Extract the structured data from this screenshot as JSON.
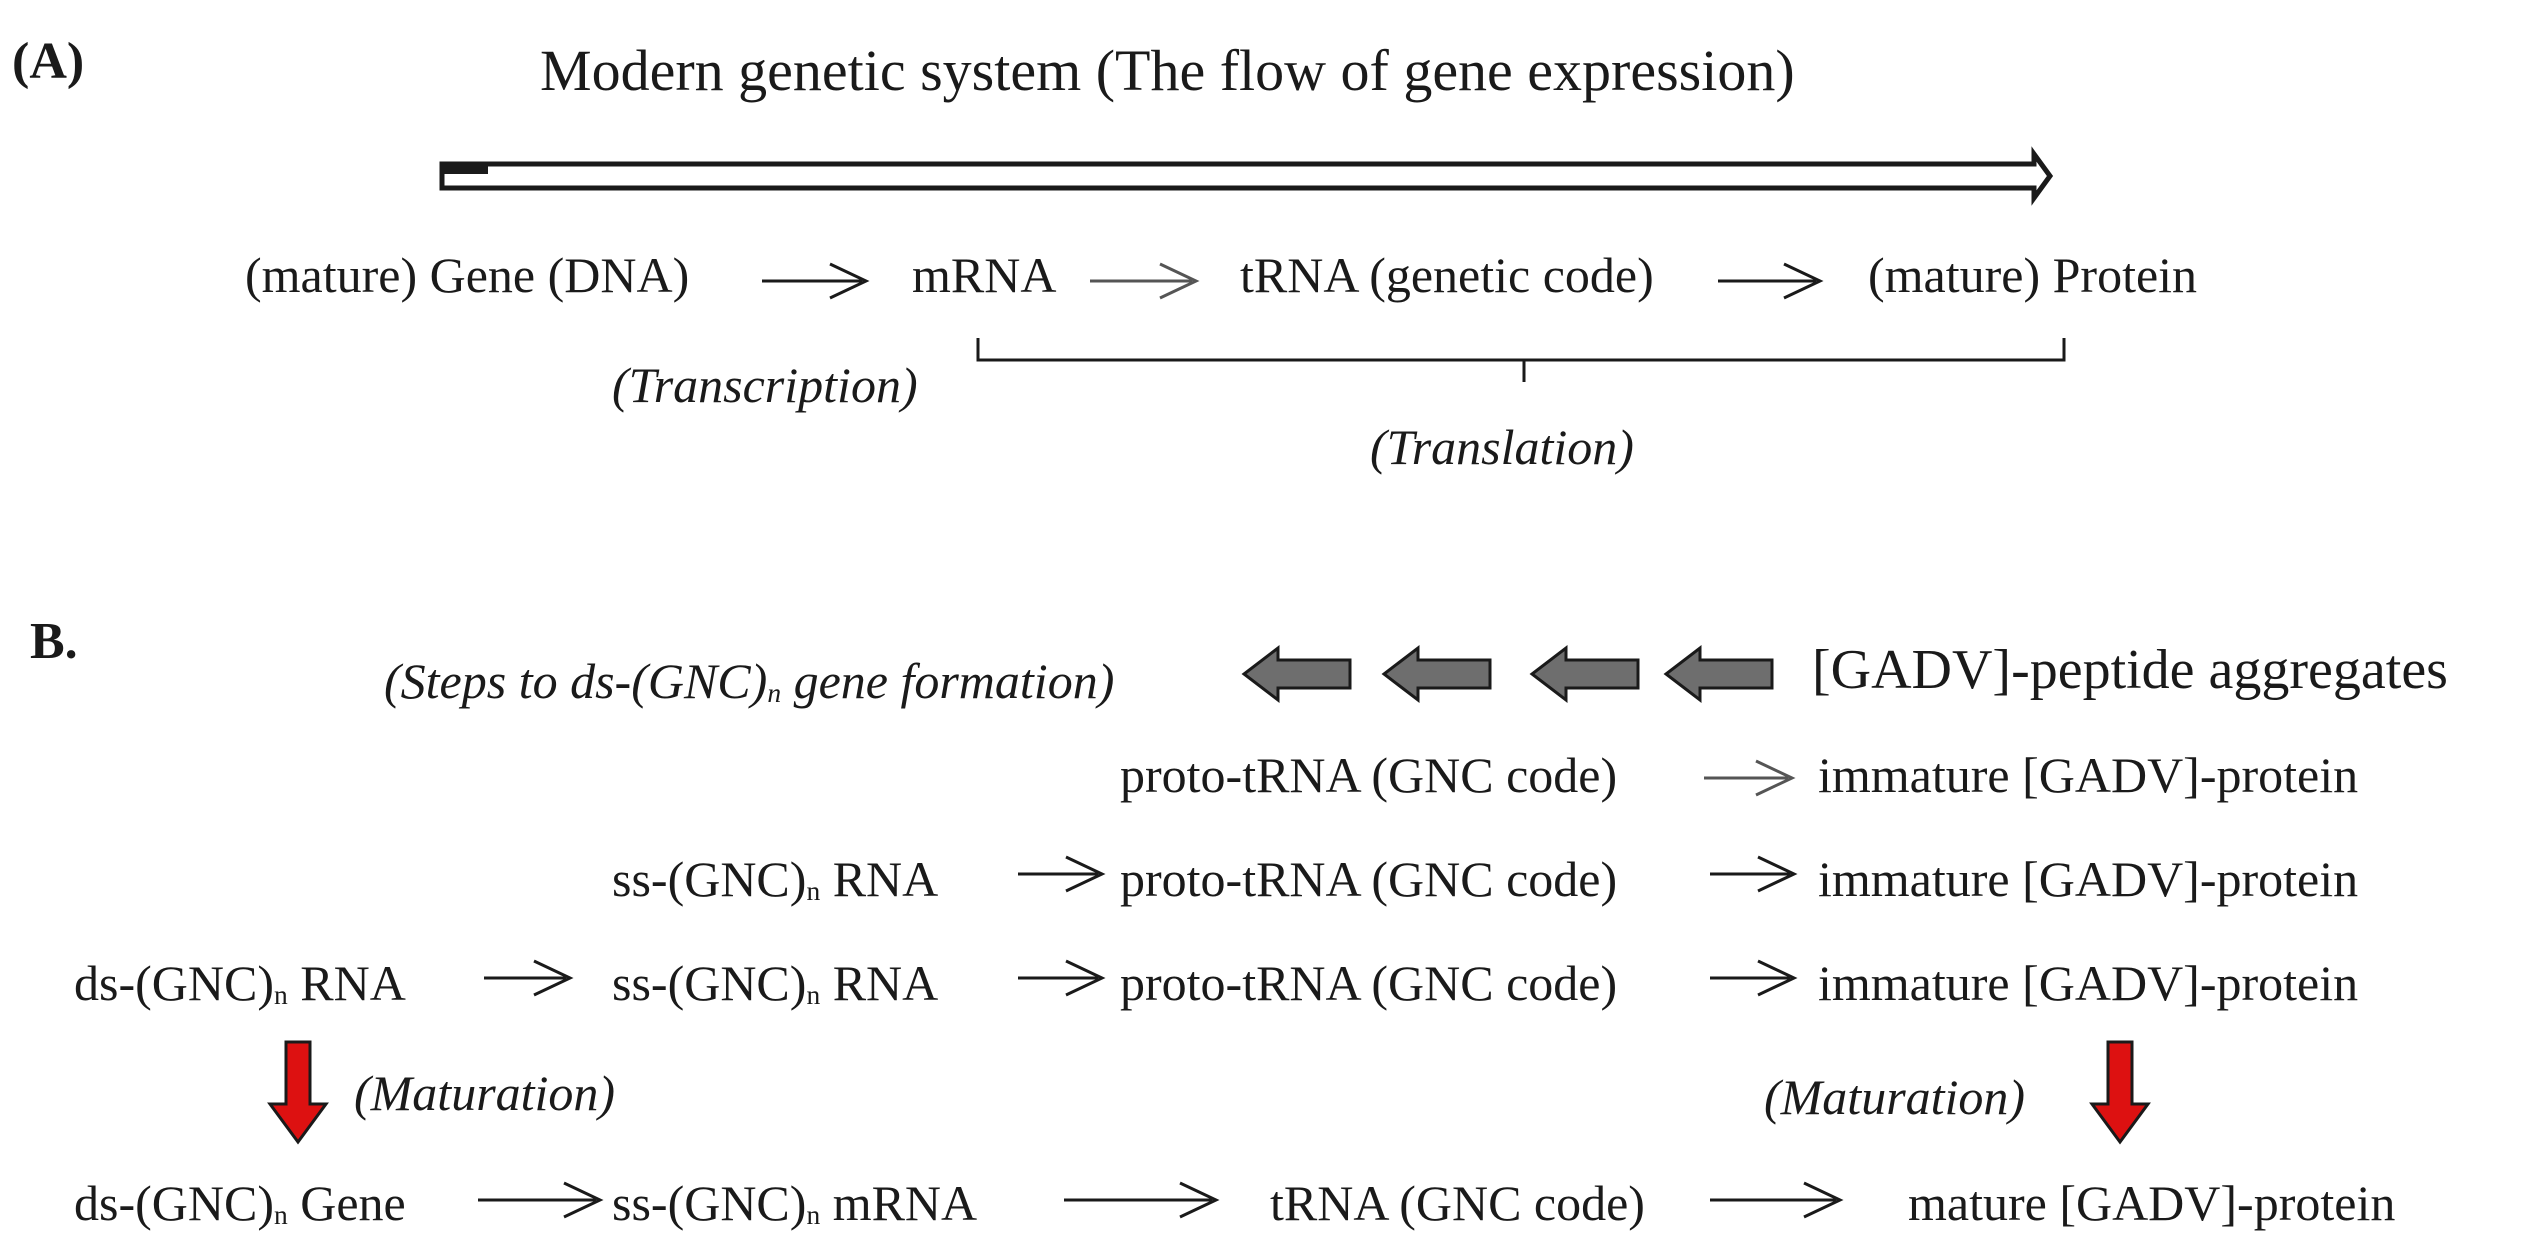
{
  "panel_a": {
    "label": "(A)",
    "title": "Modern genetic system (The flow of gene expression)",
    "flow": [
      "(mature) Gene (DNA)",
      "mRNA",
      "tRNA (genetic code)",
      "(mature) Protein"
    ],
    "transcription": "(Transcription)",
    "translation": "(Translation)"
  },
  "panel_b": {
    "label": "B.",
    "steps_label_pre": "(Steps to ds-(GNC)",
    "steps_label_post": " gene formation)",
    "subscript": "n",
    "start": "[GADV]-peptide aggregates",
    "row1": {
      "a": "proto-tRNA (GNC code)",
      "b": "immature [GADV]-protein"
    },
    "row2": {
      "a_pre": "ss-(GNC)",
      "a_post": " RNA",
      "b": "proto-tRNA (GNC code)",
      "c": "immature [GADV]-protein"
    },
    "row3": {
      "a_pre": "ds-(GNC)",
      "a_post": " RNA",
      "b_pre": "ss-(GNC)",
      "b_post": " RNA",
      "c": "proto-tRNA (GNC code)",
      "d": "immature [GADV]-protein"
    },
    "maturation_left": "(Maturation)",
    "maturation_right": "(Maturation)",
    "row4": {
      "a_pre": "ds-(GNC)",
      "a_post": " Gene",
      "b_pre": "ss-(GNC)",
      "b_post": " mRNA",
      "c": "tRNA (GNC code)",
      "d": "mature [GADV]-protein"
    }
  },
  "colors": {
    "text": "#1a1a1a",
    "maturation_arrow": "#dd1111",
    "step_arrow": "#6e6e6e"
  }
}
